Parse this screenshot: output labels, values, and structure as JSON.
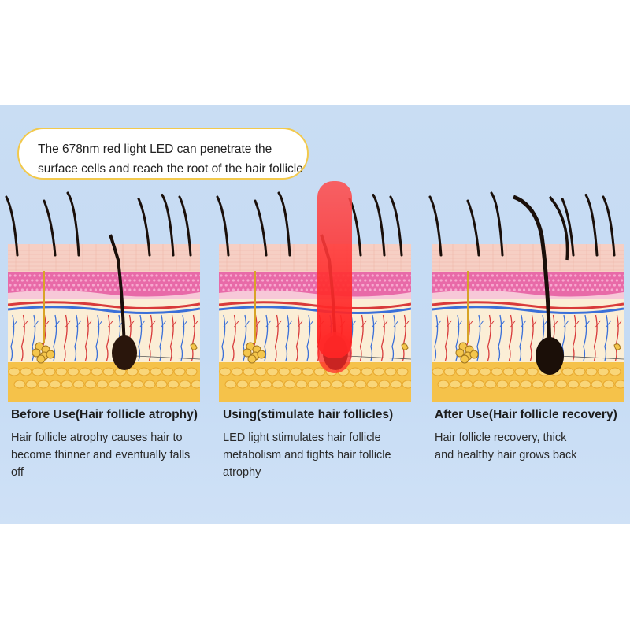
{
  "bubble": {
    "text_line1": "The 678nm red light LED can penetrate the",
    "text_line2": "surface cells and reach the root of the hair follicle"
  },
  "stages": [
    {
      "title": "Before Use(Hair follicle atrophy)",
      "line1": "Hair follicle atrophy causes hair to",
      "line2": "become thinner and eventually falls",
      "line3": "off"
    },
    {
      "title": "Using(stimulate hair follicles)",
      "line1": "LED light stimulates hair follicle",
      "line2": "metabolism and tights hair follicle",
      "line3": "atrophy"
    },
    {
      "title": "After Use(Hair follicle recovery)",
      "line1": "Hair follicle recovery, thick",
      "line2": "and healthy hair grows back",
      "line3": ""
    }
  ],
  "colors": {
    "background": "#c7dcf3",
    "bubble_border": "#f2c94c",
    "epidermis": "#f6cfc4",
    "dermis_pink": "#e86aa8",
    "fat": "#f5c24a",
    "red_light": "#ff2a2a",
    "hair": "#1a0f0a"
  }
}
